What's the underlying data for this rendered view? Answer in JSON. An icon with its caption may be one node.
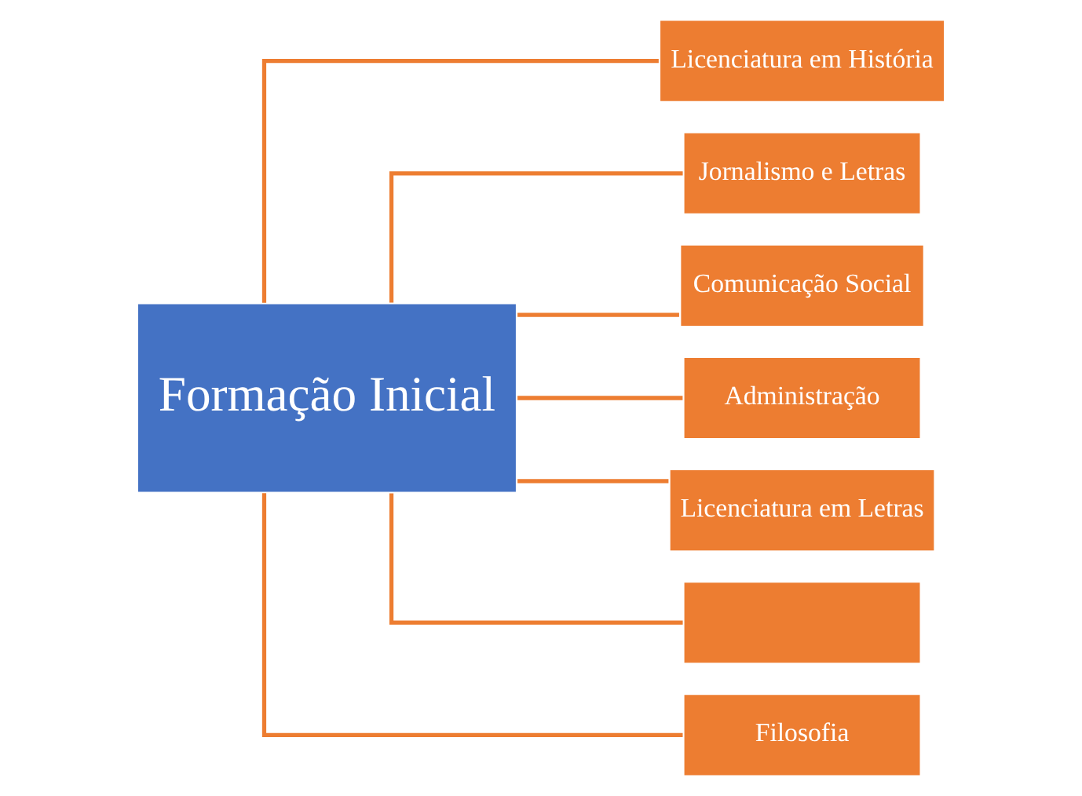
{
  "diagram": {
    "nodes": [
      {
        "text": [
          "Formação Inicial"
        ]
      },
      {
        "text": [
          "Licenciatura em História"
        ]
      },
      {
        "text": [
          "Jornalismo e Letras"
        ]
      },
      {
        "text": [
          "Comunicação Social"
        ]
      },
      {
        "text": [
          "Administração"
        ]
      },
      {
        "text": [
          "Licenciatura em Letras"
        ]
      },
      {
        "text": [],
        "shape": "box"
      },
      {
        "text": [
          "Filosofia"
        ]
      }
    ],
    "edges": [
      {
        "from": 0,
        "to": 1,
        "arrow": "none"
      },
      {
        "from": 0,
        "to": 2,
        "arrow": "none"
      },
      {
        "from": 0,
        "to": 3,
        "arrow": "none"
      },
      {
        "from": 0,
        "to": 4,
        "arrow": "none"
      },
      {
        "from": 0,
        "to": 5,
        "arrow": "none"
      },
      {
        "from": 0,
        "to": 6,
        "arrow": "none"
      },
      {
        "from": 0,
        "to": 7,
        "arrow": "none"
      }
    ]
  }
}
